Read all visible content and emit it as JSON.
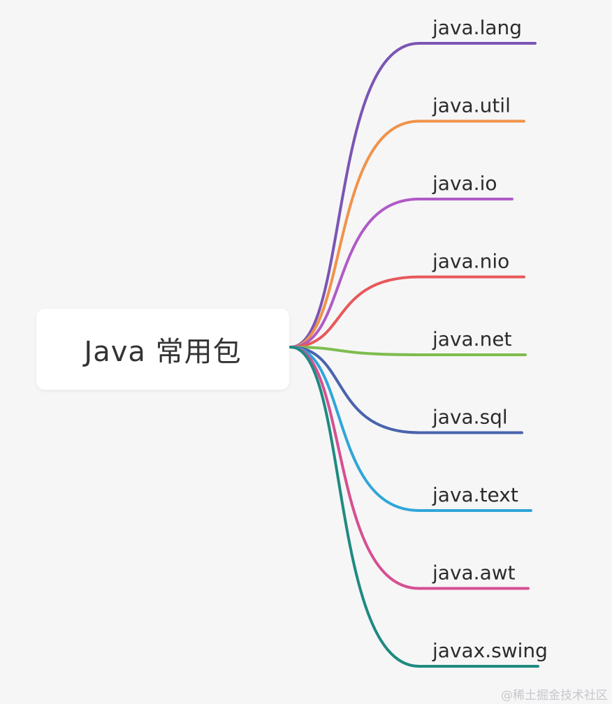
{
  "root": {
    "label": "Java 常用包"
  },
  "branches": [
    {
      "label": "java.lang",
      "color": "#7b55b3"
    },
    {
      "label": "java.util",
      "color": "#f0934a"
    },
    {
      "label": "java.io",
      "color": "#b15ac7"
    },
    {
      "label": "java.nio",
      "color": "#e8585a"
    },
    {
      "label": "java.net",
      "color": "#7fbd4f"
    },
    {
      "label": "java.sql",
      "color": "#4a63ad"
    },
    {
      "label": "java.text",
      "color": "#2fa6d9"
    },
    {
      "label": "java.awt",
      "color": "#d64f91"
    },
    {
      "label": "javax.swing",
      "color": "#1f8a80"
    }
  ],
  "watermark": "@稀土掘金技术社区"
}
